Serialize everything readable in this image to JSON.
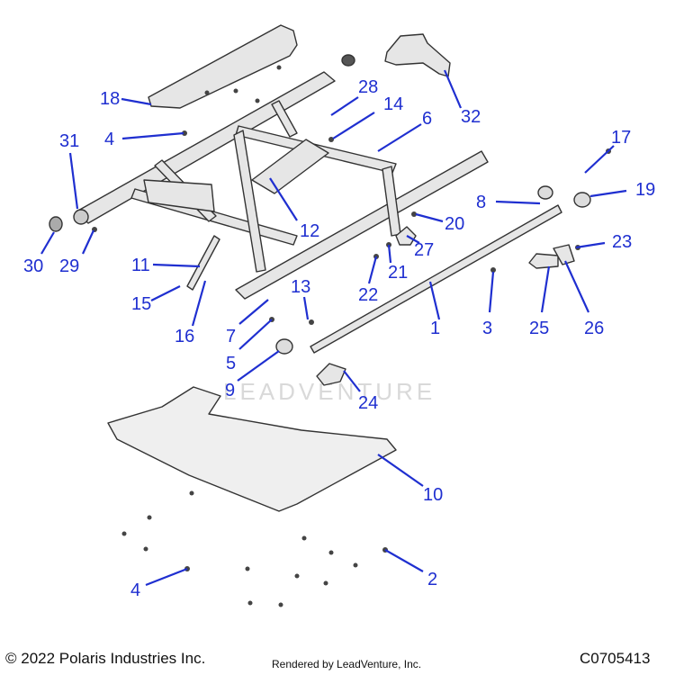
{
  "diagram": {
    "callouts": [
      {
        "id": "c1",
        "label": "1"
      },
      {
        "id": "c2",
        "label": "2"
      },
      {
        "id": "c3",
        "label": "3"
      },
      {
        "id": "c4a",
        "label": "4"
      },
      {
        "id": "c4b",
        "label": "4"
      },
      {
        "id": "c5",
        "label": "5"
      },
      {
        "id": "c6",
        "label": "6"
      },
      {
        "id": "c7",
        "label": "7"
      },
      {
        "id": "c8",
        "label": "8"
      },
      {
        "id": "c9",
        "label": "9"
      },
      {
        "id": "c10",
        "label": "10"
      },
      {
        "id": "c11",
        "label": "11"
      },
      {
        "id": "c12",
        "label": "12"
      },
      {
        "id": "c13",
        "label": "13"
      },
      {
        "id": "c14",
        "label": "14"
      },
      {
        "id": "c15",
        "label": "15"
      },
      {
        "id": "c16",
        "label": "16"
      },
      {
        "id": "c17",
        "label": "17"
      },
      {
        "id": "c18",
        "label": "18"
      },
      {
        "id": "c19",
        "label": "19"
      },
      {
        "id": "c20",
        "label": "20"
      },
      {
        "id": "c21",
        "label": "21"
      },
      {
        "id": "c22",
        "label": "22"
      },
      {
        "id": "c23",
        "label": "23"
      },
      {
        "id": "c24",
        "label": "24"
      },
      {
        "id": "c25",
        "label": "25"
      },
      {
        "id": "c26",
        "label": "26"
      },
      {
        "id": "c27",
        "label": "27"
      },
      {
        "id": "c28",
        "label": "28"
      },
      {
        "id": "c29",
        "label": "29"
      },
      {
        "id": "c30",
        "label": "30"
      },
      {
        "id": "c31",
        "label": "31"
      },
      {
        "id": "c32",
        "label": "32"
      }
    ],
    "colors": {
      "callout": "#1f2fd0",
      "line_art": "#333333",
      "part_fill": "#e6e6e6"
    }
  },
  "footer": {
    "copyright": "© 2022 Polaris Industries Inc.",
    "rendered_by": "Rendered by LeadVenture, Inc.",
    "diagram_code": "C0705413"
  },
  "watermark": {
    "text": "LEADVENTURE"
  }
}
